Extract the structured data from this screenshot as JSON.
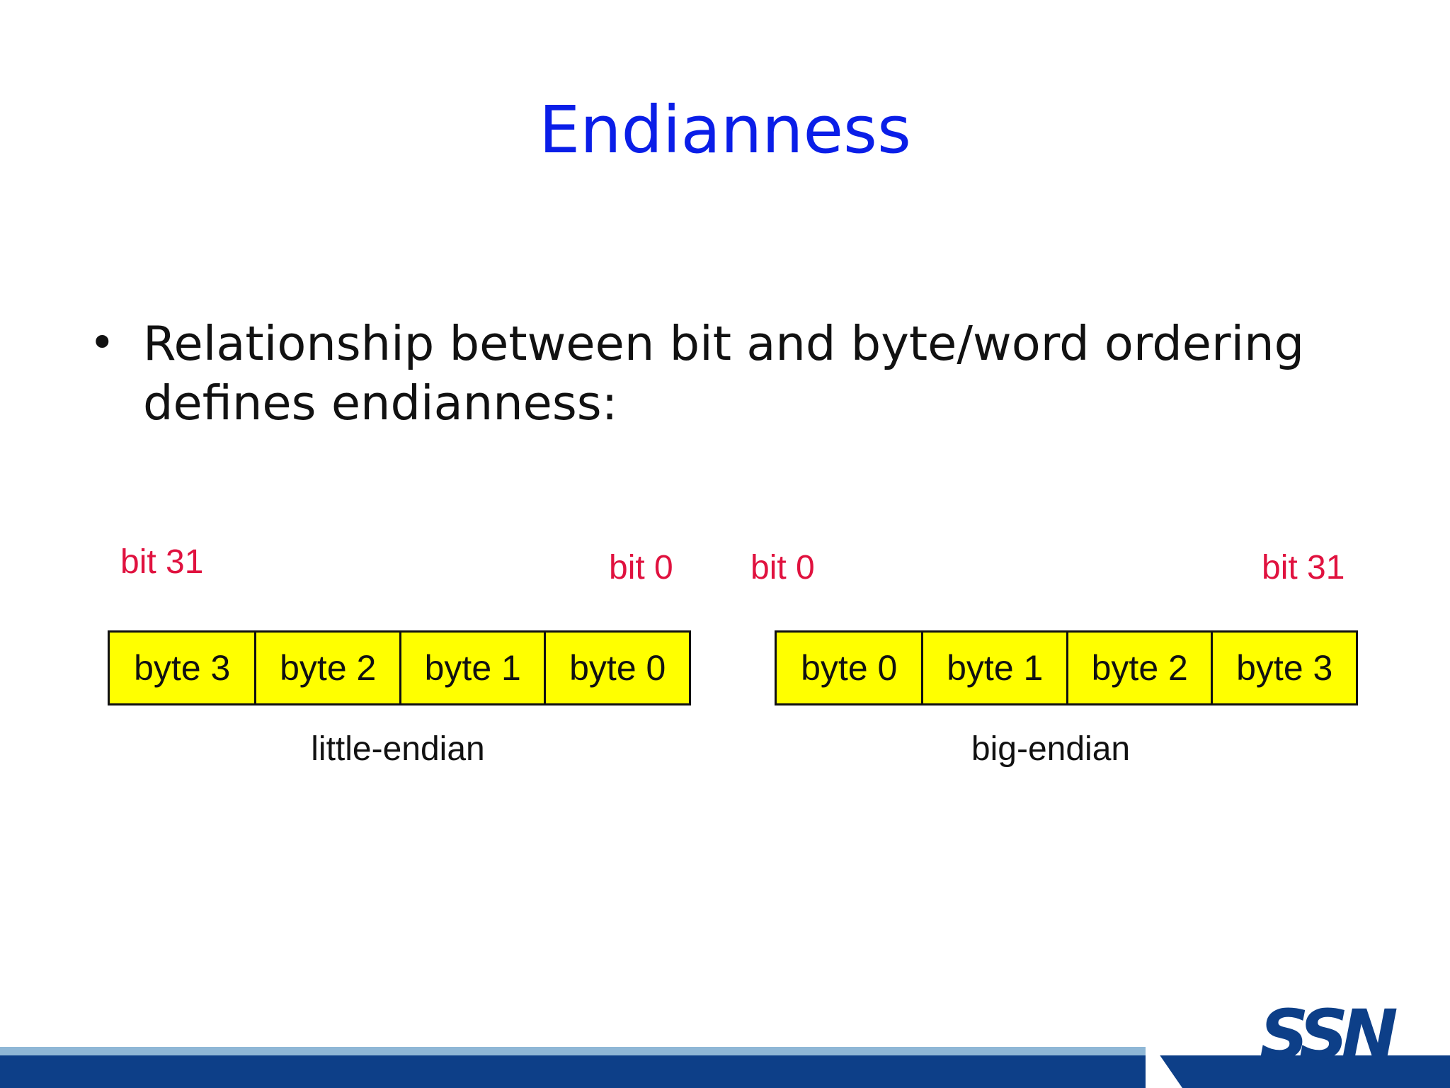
{
  "slide": {
    "title": "Endianness",
    "bullet_text": "Relationship between bit and byte/word ordering defines endianness:",
    "bullet_symbol": "•"
  },
  "little_endian": {
    "caption": "little-endian",
    "left_bit_label": "bit 31",
    "right_bit_label": "bit 0",
    "cells": [
      "byte 3",
      "byte 2",
      "byte 1",
      "byte 0"
    ]
  },
  "big_endian": {
    "caption": "big-endian",
    "left_bit_label": "bit 0",
    "right_bit_label": "bit 31",
    "cells": [
      "byte 0",
      "byte 1",
      "byte 2",
      "byte 3"
    ]
  },
  "logo": {
    "text": "SSN"
  },
  "colors": {
    "title": "#0a1ee8",
    "bit_label": "#e0123f",
    "cell_fill": "#ffff00",
    "footer_dark": "#0d3f88",
    "footer_light": "#8fb7d6"
  }
}
